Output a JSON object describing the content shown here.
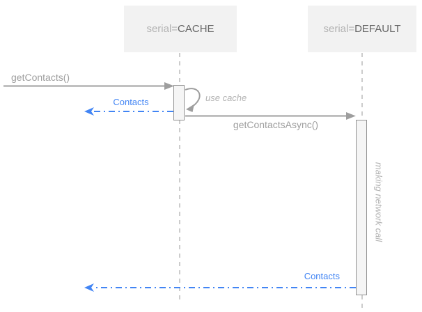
{
  "diagram": {
    "type": "sequence-diagram",
    "participants": [
      {
        "prefix": "serial=",
        "name": "CACHE"
      },
      {
        "prefix": "serial=",
        "name": "DEFAULT"
      }
    ],
    "messages": {
      "get_contacts": "getContacts()",
      "contacts_return_1": "Contacts",
      "use_cache_note": "use cache",
      "get_contacts_async": "getContactsAsync()",
      "making_network_call_note": "making network call",
      "contacts_return_2": "Contacts"
    },
    "colors": {
      "header_bg": "#f2f2f2",
      "header_prefix_text": "#b3b3b3",
      "header_name_text": "#666666",
      "call_arrow": "#9e9e9e",
      "return_arrow": "#4285f4",
      "note_text": "#b3b3b3",
      "lifeline": "#cccccc",
      "activation_fill": "#f5f5f5",
      "activation_border": "#919191"
    }
  }
}
